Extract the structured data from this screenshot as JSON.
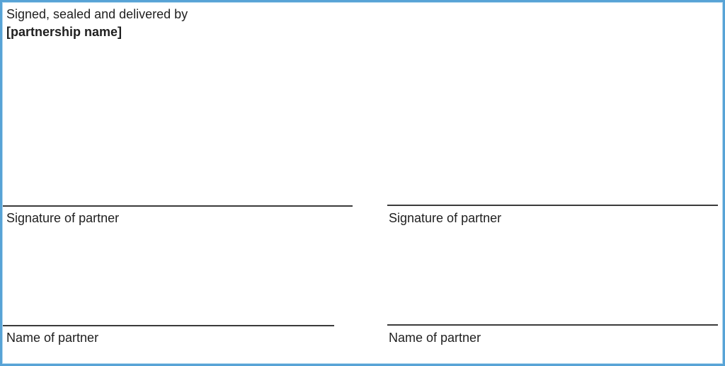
{
  "document": {
    "attestation": {
      "line1": "Signed, sealed and delivered by",
      "line2": "[partnership name]"
    },
    "signature_columns": [
      {
        "signature_label": "Signature of partner",
        "name_label": "Name of partner"
      },
      {
        "signature_label": "Signature of partner",
        "name_label": "Name of partner"
      }
    ]
  },
  "colors": {
    "border_blue": "#57a3d6",
    "border_blue_light": "#b3d8ee",
    "rule_color": "#3b3b3b",
    "text_color": "#1f1f1f"
  }
}
